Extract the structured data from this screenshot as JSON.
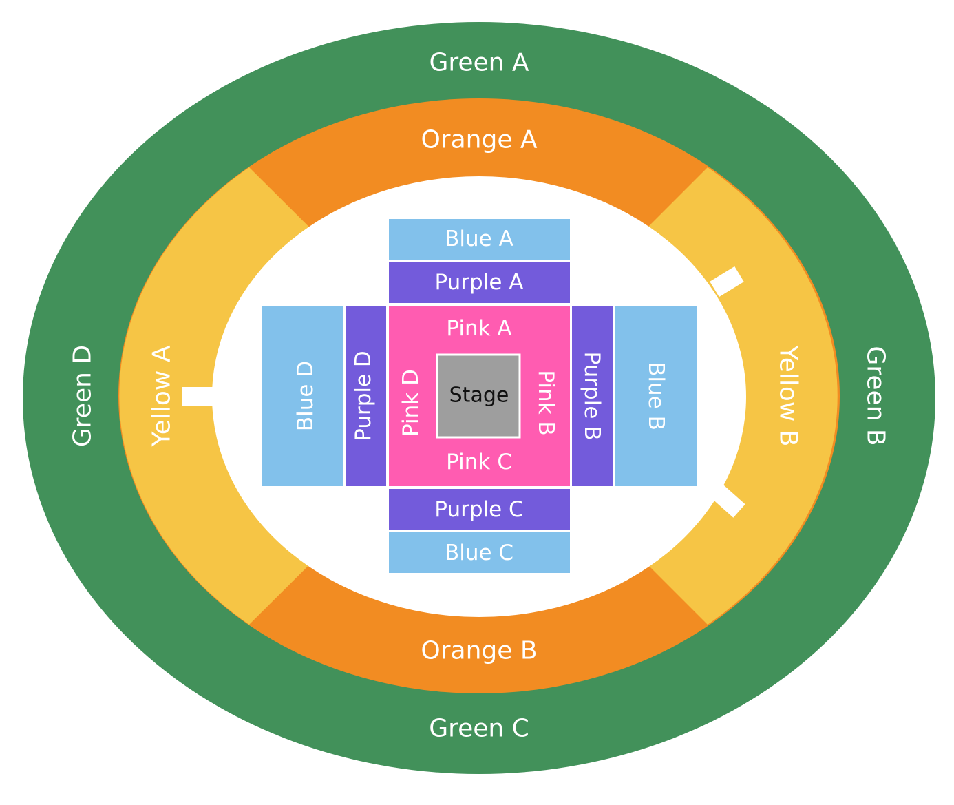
{
  "colors": {
    "green": "#42915A",
    "orange": "#F28C22",
    "yellow": "#F6C545",
    "white": "#FFFFFF",
    "blue": "#82C1EB",
    "purple": "#735BDB",
    "pink": "#FF5CB1",
    "stage": "#9E9E9E"
  },
  "sections": {
    "green_a": "Green A",
    "green_b": "Green B",
    "green_c": "Green C",
    "green_d": "Green D",
    "orange_a": "Orange A",
    "orange_b": "Orange B",
    "yellow_a": "Yellow A",
    "yellow_b": "Yellow B",
    "blue_a": "Blue A",
    "blue_b": "Blue B",
    "blue_c": "Blue C",
    "blue_d": "Blue D",
    "purple_a": "Purple A",
    "purple_b": "Purple B",
    "purple_c": "Purple C",
    "purple_d": "Purple D",
    "pink_a": "Pink A",
    "pink_b": "Pink B",
    "pink_c": "Pink C",
    "pink_d": "Pink D",
    "stage": "Stage"
  }
}
